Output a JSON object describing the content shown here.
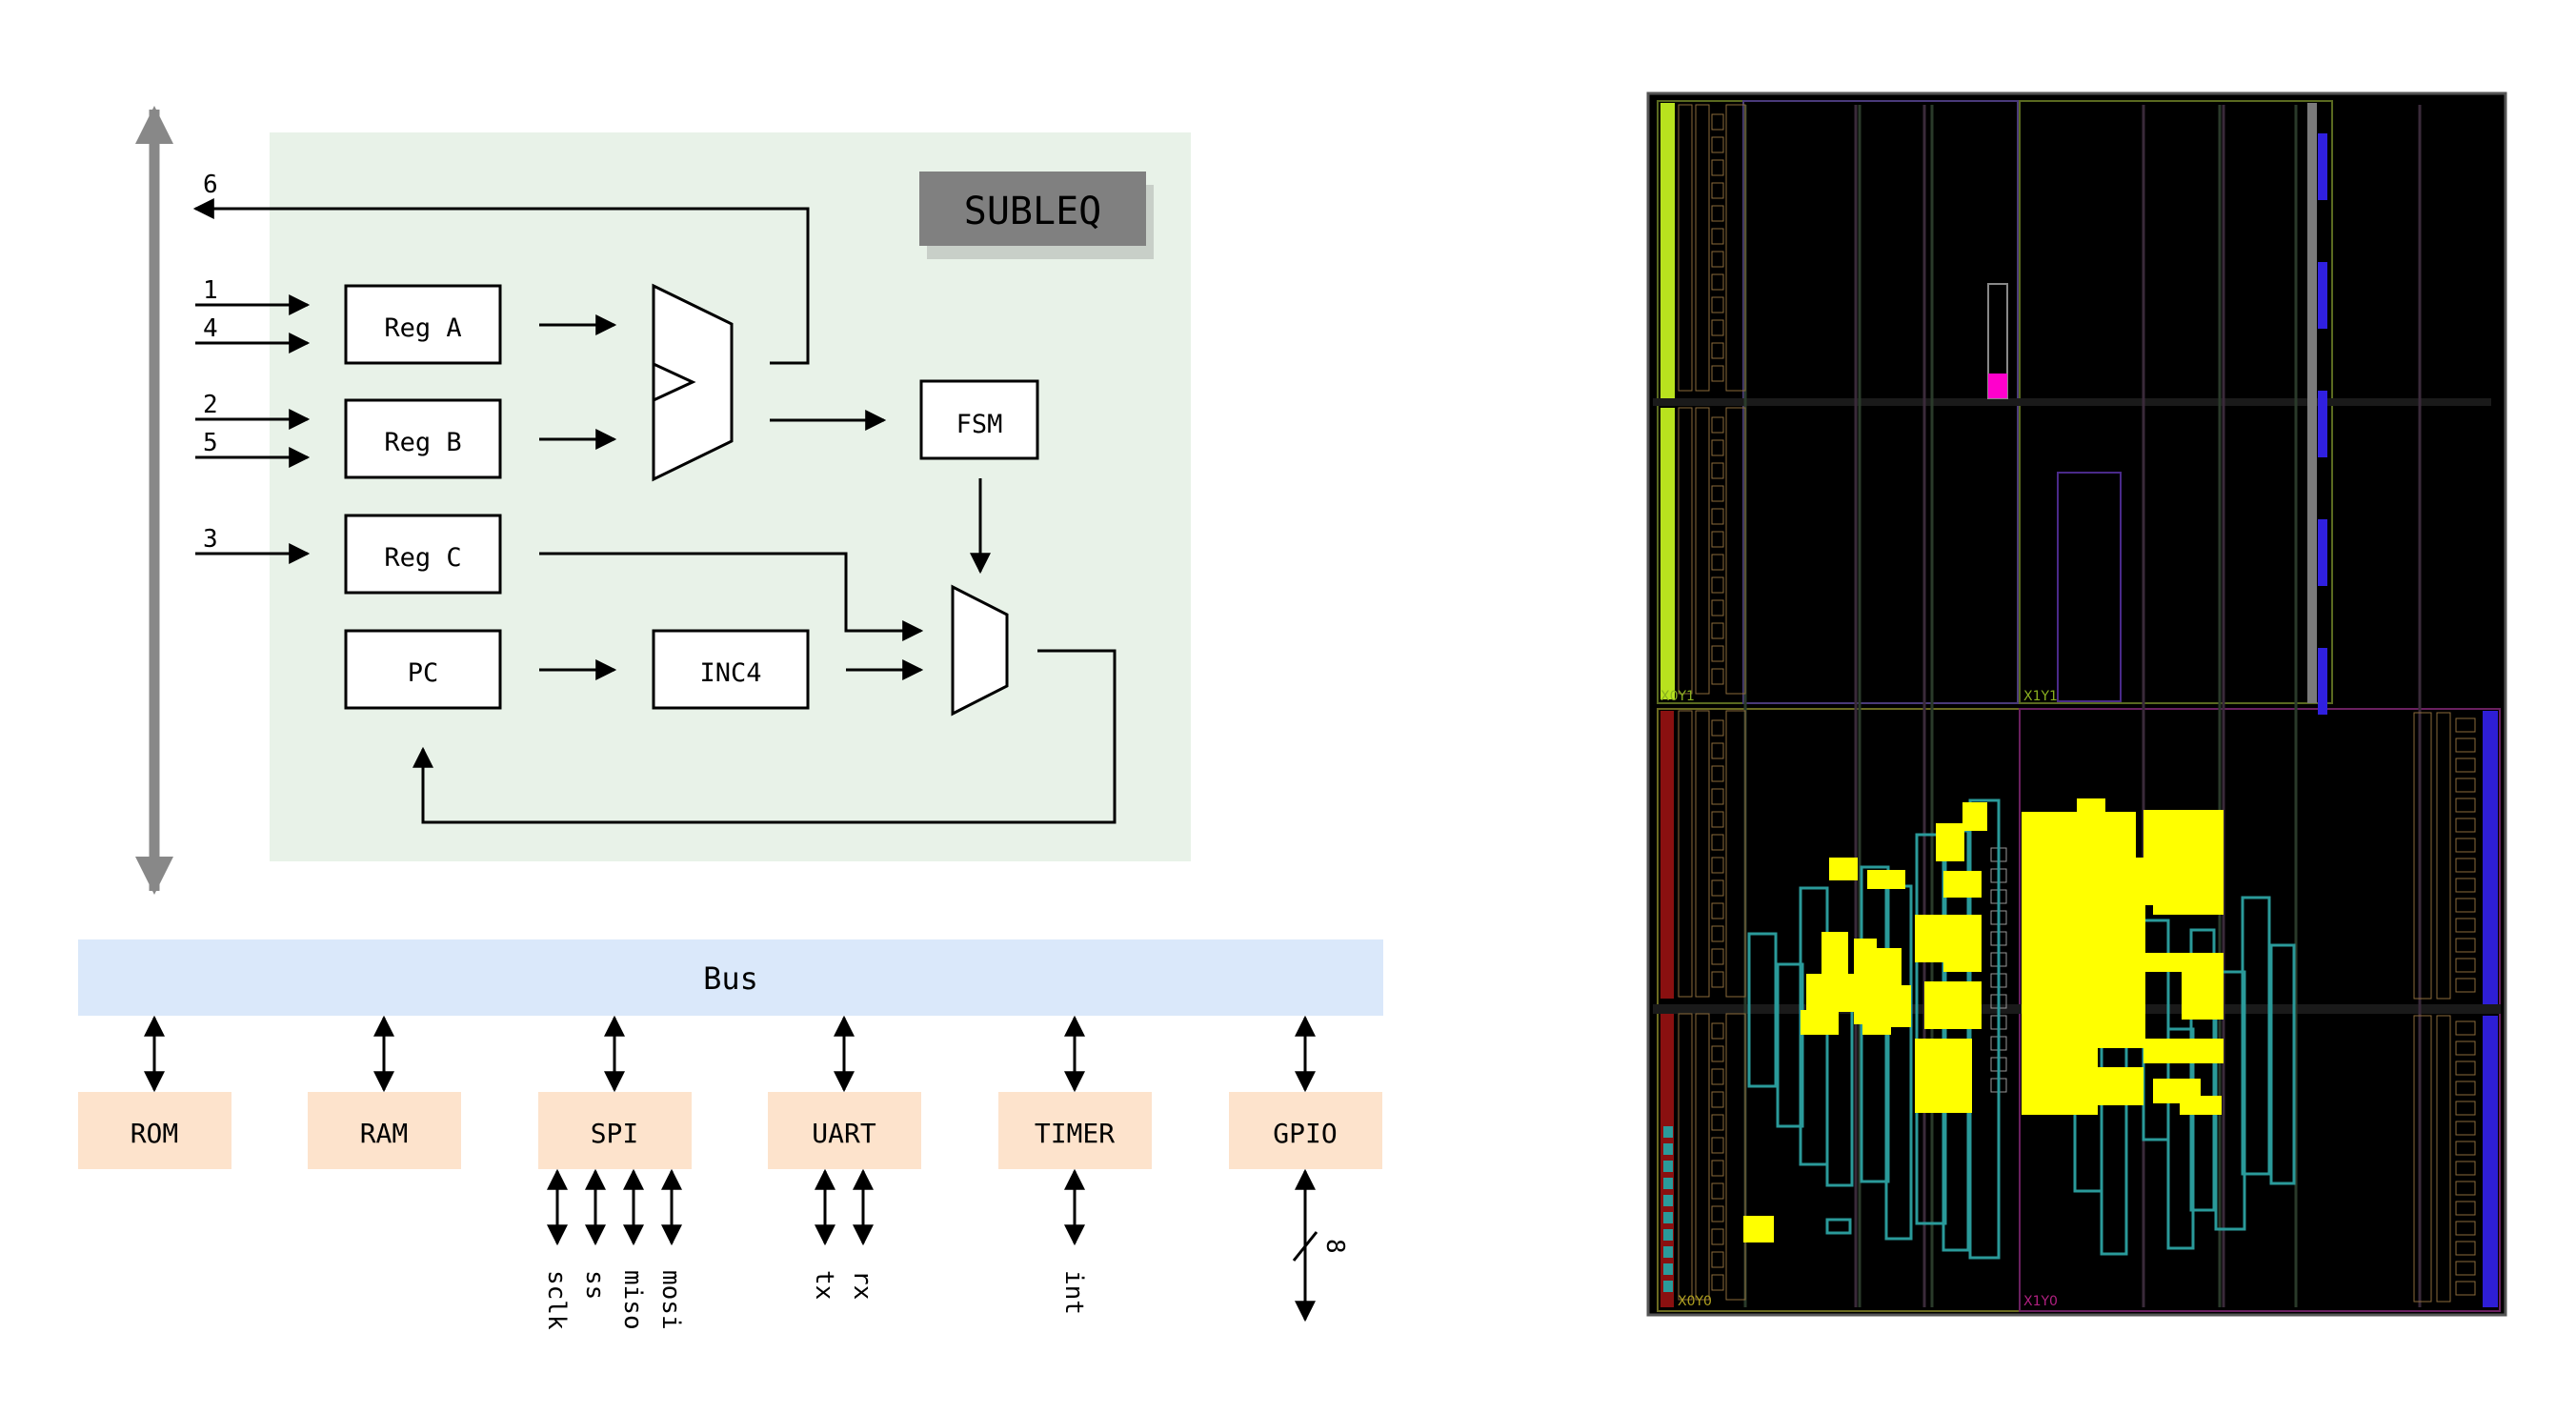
{
  "subleq": {
    "title": "SUBLEQ",
    "reg_a": "Reg A",
    "reg_b": "Reg B",
    "reg_c": "Reg C",
    "pc": "PC",
    "fsm": "FSM",
    "inc4": "INC4",
    "port_labels": [
      "6",
      "1",
      "4",
      "2",
      "5",
      "3"
    ]
  },
  "bus": {
    "label": "Bus"
  },
  "peripherals": [
    {
      "label": "ROM"
    },
    {
      "label": "RAM"
    },
    {
      "label": "SPI",
      "signals": [
        "sclk",
        "ss",
        "miso",
        "mosi"
      ]
    },
    {
      "label": "UART",
      "signals": [
        "tx",
        "rx"
      ]
    },
    {
      "label": "TIMER",
      "signals": [
        "int"
      ]
    },
    {
      "label": "GPIO",
      "width": "8"
    }
  ],
  "floorplan": {
    "regions": [
      "X0Y1",
      "X1Y1",
      "X0Y0",
      "X1Y0"
    ]
  },
  "colors": {
    "subleq_bg": "#e8f2e8",
    "bus_bg": "#dae8fa",
    "peripheral_bg": "#fde3cc",
    "title_bg": "#808080",
    "vertical_bus": "#888888",
    "placed_logic": "#ffff00",
    "route_outline": "#2a9a9a",
    "clock_column": "#b8e21e",
    "io_column": "#2e1ed6"
  }
}
